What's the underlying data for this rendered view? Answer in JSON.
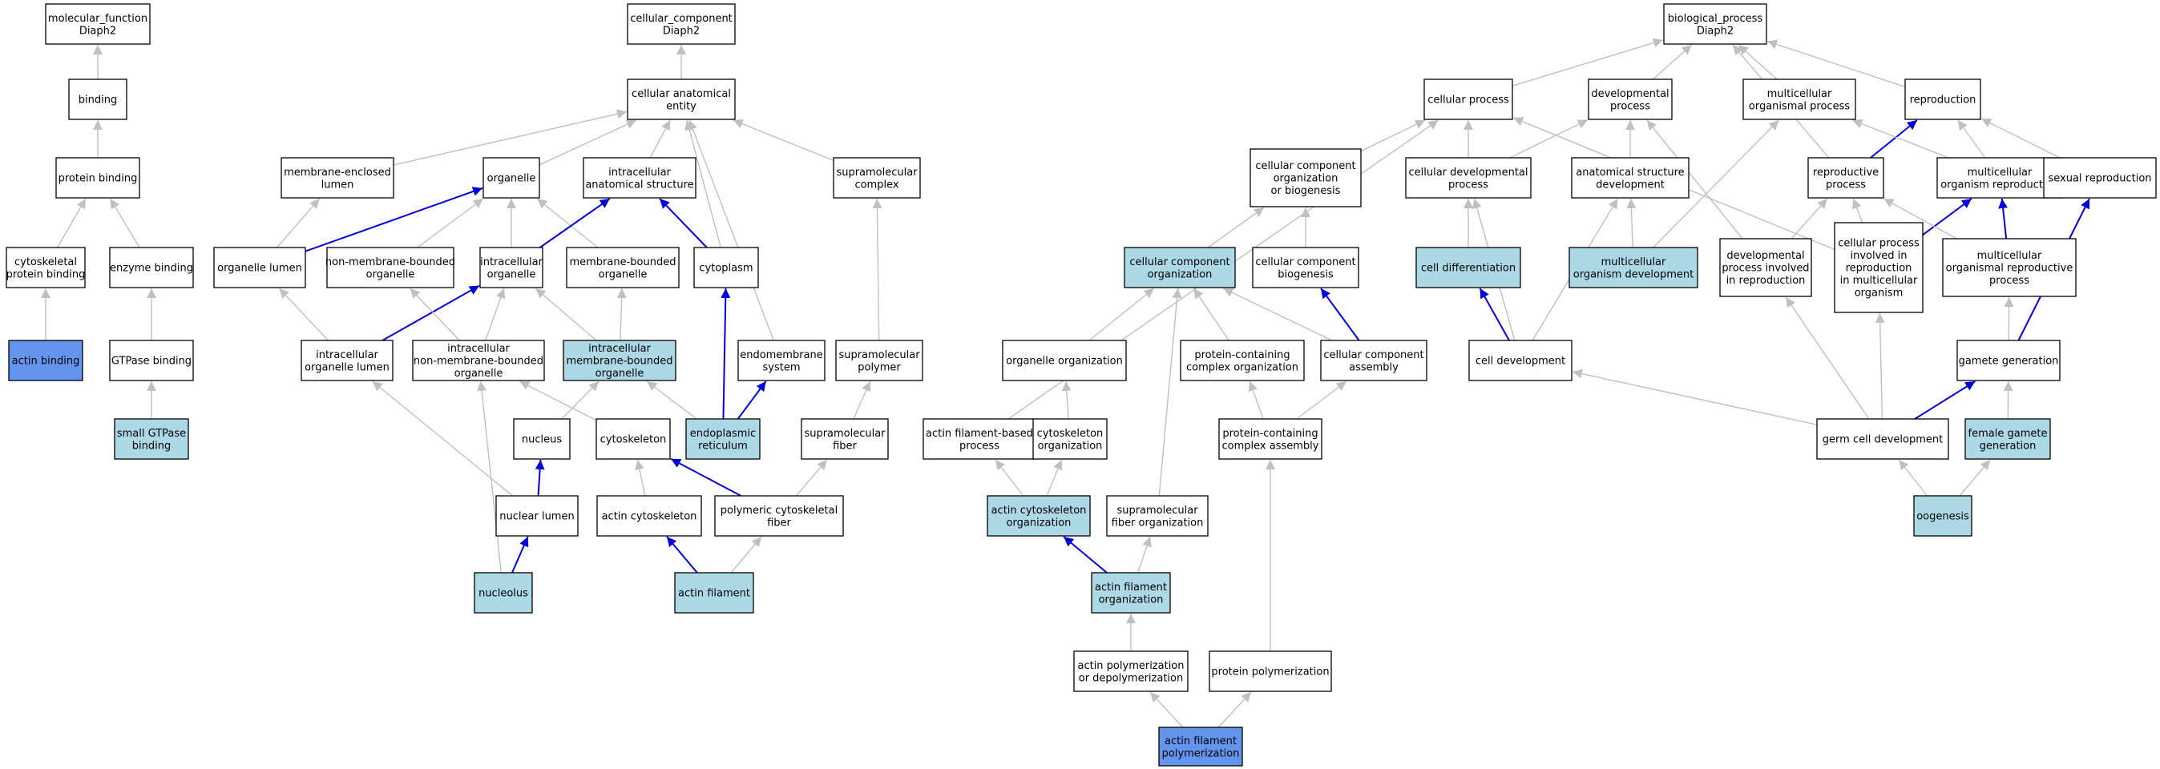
{
  "colors": {
    "plain": "#ffffff",
    "light": "#add8e6",
    "strong": "#6495ed",
    "edge_gray": "#c0c0c0",
    "edge_blue": "#0000dd"
  },
  "nodes": [
    {
      "id": "mf",
      "lines": [
        "molecular_function",
        "Diaph2"
      ],
      "fill": "plain"
    },
    {
      "id": "binding",
      "lines": [
        "binding"
      ],
      "fill": "plain"
    },
    {
      "id": "protein_binding",
      "lines": [
        "protein binding"
      ],
      "fill": "plain"
    },
    {
      "id": "cyto_prot_binding",
      "lines": [
        "cytoskeletal",
        "protein binding"
      ],
      "fill": "plain"
    },
    {
      "id": "enzyme_binding",
      "lines": [
        "enzyme binding"
      ],
      "fill": "plain"
    },
    {
      "id": "actin_binding",
      "lines": [
        "actin binding"
      ],
      "fill": "strong"
    },
    {
      "id": "gtpase_binding",
      "lines": [
        "GTPase binding"
      ],
      "fill": "plain"
    },
    {
      "id": "small_gtpase",
      "lines": [
        "small GTPase",
        "binding"
      ],
      "fill": "light"
    },
    {
      "id": "cc",
      "lines": [
        "cellular_component",
        "Diaph2"
      ],
      "fill": "plain"
    },
    {
      "id": "cae",
      "lines": [
        "cellular anatomical",
        "entity"
      ],
      "fill": "plain"
    },
    {
      "id": "mem_lumen",
      "lines": [
        "membrane-enclosed",
        "lumen"
      ],
      "fill": "plain"
    },
    {
      "id": "organelle",
      "lines": [
        "organelle"
      ],
      "fill": "plain"
    },
    {
      "id": "ias",
      "lines": [
        "intracellular",
        "anatomical structure"
      ],
      "fill": "plain"
    },
    {
      "id": "supcomplex",
      "lines": [
        "supramolecular",
        "complex"
      ],
      "fill": "plain"
    },
    {
      "id": "org_lumen",
      "lines": [
        "organelle lumen"
      ],
      "fill": "plain"
    },
    {
      "id": "nmb_org",
      "lines": [
        "non-membrane-bounded",
        "organelle"
      ],
      "fill": "plain"
    },
    {
      "id": "ic_org",
      "lines": [
        "intracellular",
        "organelle"
      ],
      "fill": "plain"
    },
    {
      "id": "mb_org",
      "lines": [
        "membrane-bounded",
        "organelle"
      ],
      "fill": "plain"
    },
    {
      "id": "cytoplasm",
      "lines": [
        "cytoplasm"
      ],
      "fill": "plain"
    },
    {
      "id": "ic_org_lumen",
      "lines": [
        "intracellular",
        "organelle lumen"
      ],
      "fill": "plain"
    },
    {
      "id": "ic_nmb_org",
      "lines": [
        "intracellular",
        "non-membrane-bounded",
        "organelle"
      ],
      "fill": "plain"
    },
    {
      "id": "ic_mb_org",
      "lines": [
        "intracellular",
        "membrane-bounded",
        "organelle"
      ],
      "fill": "light"
    },
    {
      "id": "endomem",
      "lines": [
        "endomembrane",
        "system"
      ],
      "fill": "plain"
    },
    {
      "id": "sup_polymer",
      "lines": [
        "supramolecular",
        "polymer"
      ],
      "fill": "plain"
    },
    {
      "id": "nucleus",
      "lines": [
        "nucleus"
      ],
      "fill": "plain"
    },
    {
      "id": "cytoskeleton",
      "lines": [
        "cytoskeleton"
      ],
      "fill": "plain"
    },
    {
      "id": "er",
      "lines": [
        "endoplasmic",
        "reticulum"
      ],
      "fill": "light"
    },
    {
      "id": "sup_fiber",
      "lines": [
        "supramolecular",
        "fiber"
      ],
      "fill": "plain"
    },
    {
      "id": "nuc_lumen",
      "lines": [
        "nuclear lumen"
      ],
      "fill": "plain"
    },
    {
      "id": "actin_cytosk",
      "lines": [
        "actin cytoskeleton"
      ],
      "fill": "plain"
    },
    {
      "id": "poly_cyto_fiber",
      "lines": [
        "polymeric cytoskeletal",
        "fiber"
      ],
      "fill": "plain"
    },
    {
      "id": "nucleolus",
      "lines": [
        "nucleolus"
      ],
      "fill": "light"
    },
    {
      "id": "actin_filament",
      "lines": [
        "actin filament"
      ],
      "fill": "light"
    },
    {
      "id": "bp",
      "lines": [
        "biological_process",
        "Diaph2"
      ],
      "fill": "plain"
    },
    {
      "id": "cell_process",
      "lines": [
        "cellular process"
      ],
      "fill": "plain"
    },
    {
      "id": "dev_process",
      "lines": [
        "developmental",
        "process"
      ],
      "fill": "plain"
    },
    {
      "id": "mc_org_process",
      "lines": [
        "multicellular",
        "organismal process"
      ],
      "fill": "plain"
    },
    {
      "id": "reproduction",
      "lines": [
        "reproduction"
      ],
      "fill": "plain"
    },
    {
      "id": "ccob",
      "lines": [
        "cellular component",
        "organization",
        "or biogenesis"
      ],
      "fill": "plain"
    },
    {
      "id": "cell_dev_process",
      "lines": [
        "cellular developmental",
        "process"
      ],
      "fill": "plain"
    },
    {
      "id": "anat_struct_dev",
      "lines": [
        "anatomical structure",
        "development"
      ],
      "fill": "plain"
    },
    {
      "id": "repro_process",
      "lines": [
        "reproductive",
        "process"
      ],
      "fill": "plain"
    },
    {
      "id": "mc_org_repro",
      "lines": [
        "multicellular",
        "organism reproduction"
      ],
      "fill": "plain"
    },
    {
      "id": "sexual_repro",
      "lines": [
        "sexual reproduction"
      ],
      "fill": "plain"
    },
    {
      "id": "cc_org",
      "lines": [
        "cellular component",
        "organization"
      ],
      "fill": "light"
    },
    {
      "id": "cc_biogenesis",
      "lines": [
        "cellular component",
        "biogenesis"
      ],
      "fill": "plain"
    },
    {
      "id": "cell_diff",
      "lines": [
        "cell differentiation"
      ],
      "fill": "light"
    },
    {
      "id": "mc_org_dev",
      "lines": [
        "multicellular",
        "organism development"
      ],
      "fill": "light"
    },
    {
      "id": "dev_proc_repro",
      "lines": [
        "developmental",
        "process involved",
        "in reproduction"
      ],
      "fill": "plain"
    },
    {
      "id": "cp_repro_mc",
      "lines": [
        "cellular process",
        "involved in",
        "reproduction",
        "in multicellular",
        "organism"
      ],
      "fill": "plain"
    },
    {
      "id": "mc_org_repro_proc",
      "lines": [
        "multicellular",
        "organismal reproductive",
        "process"
      ],
      "fill": "plain"
    },
    {
      "id": "organelle_org",
      "lines": [
        "organelle organization"
      ],
      "fill": "plain"
    },
    {
      "id": "pc_complex_org",
      "lines": [
        "protein-containing",
        "complex organization"
      ],
      "fill": "plain"
    },
    {
      "id": "cc_assembly",
      "lines": [
        "cellular component",
        "assembly"
      ],
      "fill": "plain"
    },
    {
      "id": "cell_dev",
      "lines": [
        "cell development"
      ],
      "fill": "plain"
    },
    {
      "id": "gamete_gen",
      "lines": [
        "gamete generation"
      ],
      "fill": "plain"
    },
    {
      "id": "actin_fil_based",
      "lines": [
        "actin filament-based",
        "process"
      ],
      "fill": "plain"
    },
    {
      "id": "cytosk_org",
      "lines": [
        "cytoskeleton",
        "organization"
      ],
      "fill": "plain"
    },
    {
      "id": "pc_complex_assembly",
      "lines": [
        "protein-containing",
        "complex assembly"
      ],
      "fill": "plain"
    },
    {
      "id": "germ_cell_dev",
      "lines": [
        "germ cell development"
      ],
      "fill": "plain"
    },
    {
      "id": "female_gamete",
      "lines": [
        "female gamete",
        "generation"
      ],
      "fill": "light"
    },
    {
      "id": "actin_cytosk_org",
      "lines": [
        "actin cytoskeleton",
        "organization"
      ],
      "fill": "light"
    },
    {
      "id": "sup_fiber_org",
      "lines": [
        "supramolecular",
        "fiber organization"
      ],
      "fill": "plain"
    },
    {
      "id": "oogenesis",
      "lines": [
        "oogenesis"
      ],
      "fill": "light"
    },
    {
      "id": "actin_fil_org",
      "lines": [
        "actin filament",
        "organization"
      ],
      "fill": "light"
    },
    {
      "id": "actin_poly_depoly",
      "lines": [
        "actin polymerization",
        "or depolymerization"
      ],
      "fill": "plain"
    },
    {
      "id": "protein_poly",
      "lines": [
        "protein polymerization"
      ],
      "fill": "plain"
    },
    {
      "id": "actin_fil_poly",
      "lines": [
        "actin filament",
        "polymerization"
      ],
      "fill": "strong"
    }
  ],
  "edges": [
    {
      "from": "binding",
      "to": "mf",
      "color": "gray"
    },
    {
      "from": "protein_binding",
      "to": "binding",
      "color": "gray"
    },
    {
      "from": "cyto_prot_binding",
      "to": "protein_binding",
      "color": "gray"
    },
    {
      "from": "enzyme_binding",
      "to": "protein_binding",
      "color": "gray"
    },
    {
      "from": "actin_binding",
      "to": "cyto_prot_binding",
      "color": "gray"
    },
    {
      "from": "gtpase_binding",
      "to": "enzyme_binding",
      "color": "gray"
    },
    {
      "from": "small_gtpase",
      "to": "gtpase_binding",
      "color": "gray"
    },
    {
      "from": "cae",
      "to": "cc",
      "color": "gray"
    },
    {
      "from": "mem_lumen",
      "to": "cae",
      "color": "gray"
    },
    {
      "from": "organelle",
      "to": "cae",
      "color": "gray"
    },
    {
      "from": "ias",
      "to": "cae",
      "color": "gray"
    },
    {
      "from": "supcomplex",
      "to": "cae",
      "color": "gray"
    },
    {
      "from": "cytoplasm",
      "to": "cae",
      "color": "gray"
    },
    {
      "from": "endomem",
      "to": "cae",
      "color": "gray"
    },
    {
      "from": "org_lumen",
      "to": "mem_lumen",
      "color": "gray"
    },
    {
      "from": "org_lumen",
      "to": "organelle",
      "color": "blue"
    },
    {
      "from": "nmb_org",
      "to": "organelle",
      "color": "gray"
    },
    {
      "from": "ic_org",
      "to": "organelle",
      "color": "gray"
    },
    {
      "from": "mb_org",
      "to": "organelle",
      "color": "gray"
    },
    {
      "from": "ic_org",
      "to": "ias",
      "color": "blue"
    },
    {
      "from": "cytoplasm",
      "to": "ias",
      "color": "blue"
    },
    {
      "from": "ic_org_lumen",
      "to": "org_lumen",
      "color": "gray"
    },
    {
      "from": "ic_org_lumen",
      "to": "ic_org",
      "color": "blue"
    },
    {
      "from": "ic_nmb_org",
      "to": "nmb_org",
      "color": "gray"
    },
    {
      "from": "ic_nmb_org",
      "to": "ic_org",
      "color": "gray"
    },
    {
      "from": "ic_mb_org",
      "to": "ic_org",
      "color": "gray"
    },
    {
      "from": "ic_mb_org",
      "to": "mb_org",
      "color": "gray"
    },
    {
      "from": "er",
      "to": "cytoplasm",
      "color": "blue"
    },
    {
      "from": "er",
      "to": "endomem",
      "color": "blue"
    },
    {
      "from": "er",
      "to": "ic_mb_org",
      "color": "gray"
    },
    {
      "from": "sup_polymer",
      "to": "supcomplex",
      "color": "gray"
    },
    {
      "from": "sup_fiber",
      "to": "sup_polymer",
      "color": "gray"
    },
    {
      "from": "nucleus",
      "to": "ic_mb_org",
      "color": "gray"
    },
    {
      "from": "cytoskeleton",
      "to": "ic_nmb_org",
      "color": "gray"
    },
    {
      "from": "nuc_lumen",
      "to": "nucleus",
      "color": "blue"
    },
    {
      "from": "nuc_lumen",
      "to": "ic_org_lumen",
      "color": "gray"
    },
    {
      "from": "actin_cytosk",
      "to": "cytoskeleton",
      "color": "gray"
    },
    {
      "from": "poly_cyto_fiber",
      "to": "cytoskeleton",
      "color": "blue"
    },
    {
      "from": "poly_cyto_fiber",
      "to": "sup_fiber",
      "color": "gray"
    },
    {
      "from": "nucleolus",
      "to": "nuc_lumen",
      "color": "blue"
    },
    {
      "from": "nucleolus",
      "to": "ic_nmb_org",
      "color": "gray"
    },
    {
      "from": "actin_filament",
      "to": "actin_cytosk",
      "color": "blue"
    },
    {
      "from": "actin_filament",
      "to": "poly_cyto_fiber",
      "color": "gray"
    },
    {
      "from": "cell_process",
      "to": "bp",
      "color": "gray"
    },
    {
      "from": "dev_process",
      "to": "bp",
      "color": "gray"
    },
    {
      "from": "mc_org_process",
      "to": "bp",
      "color": "gray"
    },
    {
      "from": "reproduction",
      "to": "bp",
      "color": "gray"
    },
    {
      "from": "repro_process",
      "to": "bp",
      "color": "gray"
    },
    {
      "from": "ccob",
      "to": "cell_process",
      "color": "gray"
    },
    {
      "from": "cell_dev_process",
      "to": "cell_process",
      "color": "gray"
    },
    {
      "from": "cell_dev_process",
      "to": "dev_process",
      "color": "gray"
    },
    {
      "from": "anat_struct_dev",
      "to": "dev_process",
      "color": "gray"
    },
    {
      "from": "repro_process",
      "to": "reproduction",
      "color": "blue"
    },
    {
      "from": "mc_org_repro",
      "to": "reproduction",
      "color": "gray"
    },
    {
      "from": "mc_org_repro",
      "to": "mc_org_process",
      "color": "gray"
    },
    {
      "from": "sexual_repro",
      "to": "reproduction",
      "color": "gray"
    },
    {
      "from": "cc_org",
      "to": "ccob",
      "color": "gray"
    },
    {
      "from": "cc_biogenesis",
      "to": "ccob",
      "color": "gray"
    },
    {
      "from": "cell_diff",
      "to": "cell_dev_process",
      "color": "gray"
    },
    {
      "from": "mc_org_dev",
      "to": "anat_struct_dev",
      "color": "gray"
    },
    {
      "from": "mc_org_dev",
      "to": "mc_org_process",
      "color": "gray"
    },
    {
      "from": "dev_proc_repro",
      "to": "repro_process",
      "color": "gray"
    },
    {
      "from": "dev_proc_repro",
      "to": "dev_process",
      "color": "gray"
    },
    {
      "from": "cp_repro_mc",
      "to": "repro_process",
      "color": "gray"
    },
    {
      "from": "cp_repro_mc",
      "to": "mc_org_repro",
      "color": "blue"
    },
    {
      "from": "cp_repro_mc",
      "to": "cell_process",
      "color": "gray"
    },
    {
      "from": "mc_org_repro_proc",
      "to": "mc_org_repro",
      "color": "blue"
    },
    {
      "from": "mc_org_repro_proc",
      "to": "repro_process",
      "color": "gray"
    },
    {
      "from": "organelle_org",
      "to": "cc_org",
      "color": "gray"
    },
    {
      "from": "pc_complex_org",
      "to": "cc_org",
      "color": "gray"
    },
    {
      "from": "cc_assembly",
      "to": "cc_org",
      "color": "gray"
    },
    {
      "from": "cc_assembly",
      "to": "cc_biogenesis",
      "color": "blue"
    },
    {
      "from": "cell_dev",
      "to": "cell_diff",
      "color": "blue"
    },
    {
      "from": "cell_dev",
      "to": "cell_dev_process",
      "color": "gray"
    },
    {
      "from": "cell_dev",
      "to": "anat_struct_dev",
      "color": "gray"
    },
    {
      "from": "gamete_gen",
      "to": "sexual_repro",
      "color": "blue"
    },
    {
      "from": "gamete_gen",
      "to": "mc_org_repro_proc",
      "color": "gray"
    },
    {
      "from": "actin_fil_based",
      "to": "cell_process",
      "color": "gray"
    },
    {
      "from": "cytosk_org",
      "to": "organelle_org",
      "color": "gray"
    },
    {
      "from": "pc_complex_assembly",
      "to": "pc_complex_org",
      "color": "gray"
    },
    {
      "from": "pc_complex_assembly",
      "to": "cc_assembly",
      "color": "gray"
    },
    {
      "from": "germ_cell_dev",
      "to": "gamete_gen",
      "color": "blue"
    },
    {
      "from": "germ_cell_dev",
      "to": "cell_dev",
      "color": "gray"
    },
    {
      "from": "germ_cell_dev",
      "to": "cp_repro_mc",
      "color": "gray"
    },
    {
      "from": "germ_cell_dev",
      "to": "dev_proc_repro",
      "color": "gray"
    },
    {
      "from": "female_gamete",
      "to": "gamete_gen",
      "color": "gray"
    },
    {
      "from": "actin_cytosk_org",
      "to": "actin_fil_based",
      "color": "gray"
    },
    {
      "from": "actin_cytosk_org",
      "to": "cytosk_org",
      "color": "gray"
    },
    {
      "from": "sup_fiber_org",
      "to": "cc_org",
      "color": "gray"
    },
    {
      "from": "oogenesis",
      "to": "germ_cell_dev",
      "color": "gray"
    },
    {
      "from": "oogenesis",
      "to": "female_gamete",
      "color": "gray"
    },
    {
      "from": "actin_fil_org",
      "to": "actin_cytosk_org",
      "color": "blue"
    },
    {
      "from": "actin_fil_org",
      "to": "sup_fiber_org",
      "color": "gray"
    },
    {
      "from": "actin_poly_depoly",
      "to": "actin_fil_org",
      "color": "gray"
    },
    {
      "from": "protein_poly",
      "to": "pc_complex_assembly",
      "color": "gray"
    },
    {
      "from": "actin_fil_poly",
      "to": "actin_poly_depoly",
      "color": "gray"
    },
    {
      "from": "actin_fil_poly",
      "to": "protein_poly",
      "color": "gray"
    }
  ]
}
